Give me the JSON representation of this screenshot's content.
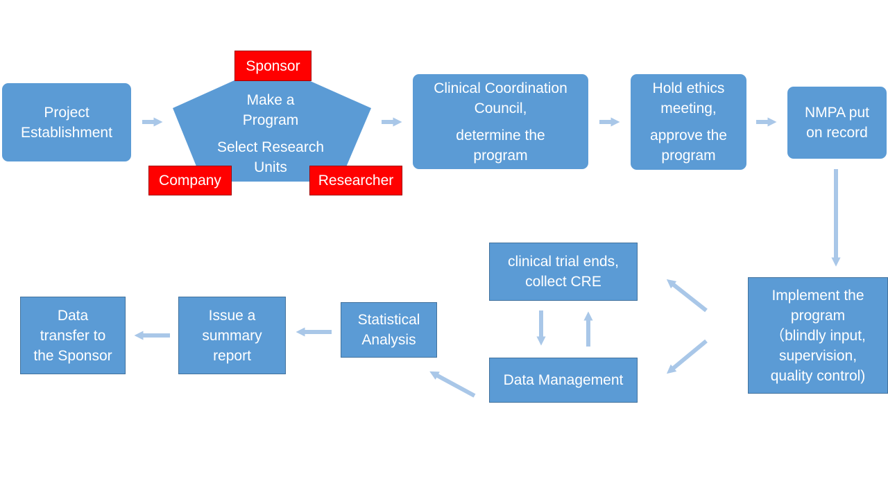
{
  "colors": {
    "box_fill": "#5b9bd5",
    "box_border": "#41719c",
    "arrow": "#a9c7e8",
    "tag_fill": "#ff0000",
    "text": "#ffffff"
  },
  "steps": {
    "project_establishment": {
      "lines": [
        "Project",
        "Establishment"
      ]
    },
    "make_program": {
      "lines": [
        "Make a",
        "Program"
      ],
      "lines2": [
        "Select Research",
        "Units"
      ]
    },
    "clinical_council": {
      "lines": [
        "Clinical Coordination",
        "Council,"
      ],
      "lines2": [
        "determine the",
        "program"
      ]
    },
    "ethics_meeting": {
      "lines": [
        "Hold ethics",
        "meeting,"
      ],
      "lines2": [
        "approve the",
        "program"
      ]
    },
    "nmpa": {
      "lines": [
        "NMPA put",
        "on record"
      ]
    },
    "implement": {
      "lines": [
        "Implement the",
        "program",
        "（blindly input,",
        "supervision,",
        "quality control)"
      ]
    },
    "trial_ends": {
      "lines": [
        "clinical trial ends,",
        "collect CRE"
      ]
    },
    "data_management": {
      "lines": [
        "Data Management"
      ]
    },
    "statistical_analysis": {
      "lines": [
        "Statistical",
        "Analysis"
      ]
    },
    "summary_report": {
      "lines": [
        "Issue a",
        "summary",
        "report"
      ]
    },
    "data_transfer": {
      "lines": [
        "Data",
        "transfer to",
        "the Sponsor"
      ]
    }
  },
  "stakeholders": {
    "sponsor": "Sponsor",
    "company": "Company",
    "researcher": "Researcher"
  }
}
